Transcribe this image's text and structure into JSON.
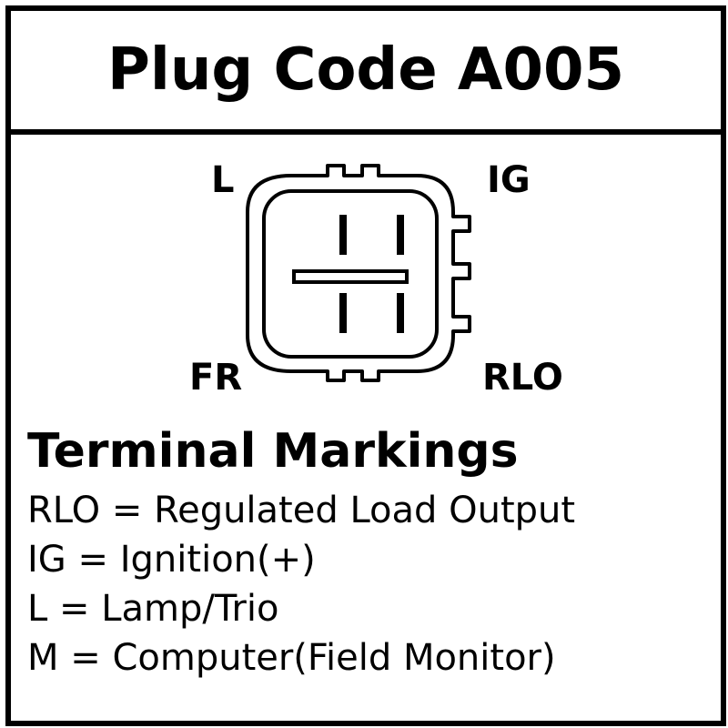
{
  "title": "Plug Code A005",
  "pins": {
    "top_left": "L",
    "top_right": "IG",
    "bottom_left": "FR",
    "bottom_right": "RLO"
  },
  "legend": {
    "heading": "Terminal Markings",
    "items": [
      "RLO = Regulated Load Output",
      "IG = Ignition(+)",
      "L = Lamp/Trio",
      "M = Computer(Field Monitor)"
    ]
  },
  "colors": {
    "ink": "#000000",
    "background": "#ffffff"
  }
}
